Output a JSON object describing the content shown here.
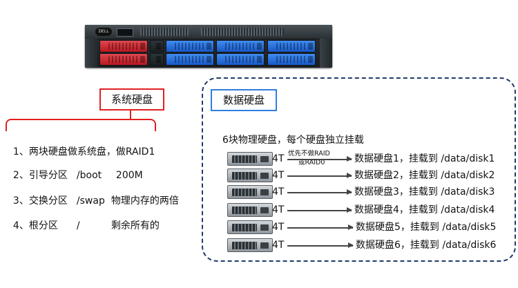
{
  "server": {
    "brand": "DELL"
  },
  "system_disk": {
    "title": "系统硬盘",
    "items": [
      [
        "1、两块硬盘做系统盘，做RAID1"
      ],
      [
        "2、引导分区",
        "/boot",
        "200M"
      ],
      [
        "3、交换分区",
        "/swap",
        "物理内存的两倍"
      ],
      [
        "4、根分区",
        "/",
        "剩余所有的"
      ]
    ]
  },
  "data_disk": {
    "title": "数据硬盘",
    "description": "6块物理硬盘，每个硬盘独立挂载",
    "raid_note": [
      "优先不做RAID",
      "或RAID0"
    ],
    "disks": [
      {
        "size": "4T",
        "target": "数据硬盘1，挂载到 /data/disk1"
      },
      {
        "size": "4T",
        "target": "数据硬盘2，挂载到 /data/disk2"
      },
      {
        "size": "4T",
        "target": "数据硬盘3，挂载到 /data/disk3"
      },
      {
        "size": "4T",
        "target": "数据硬盘4，挂载到 /data/disk4"
      },
      {
        "size": "4T",
        "target": "数据硬盘5，挂载到 /data/disk5"
      },
      {
        "size": "4T",
        "target": "数据硬盘6，挂载到 /data/disk6"
      }
    ]
  },
  "colors": {
    "system": "#e02020",
    "data": "#2f7de0",
    "dashed_border": "#1f3a68"
  }
}
